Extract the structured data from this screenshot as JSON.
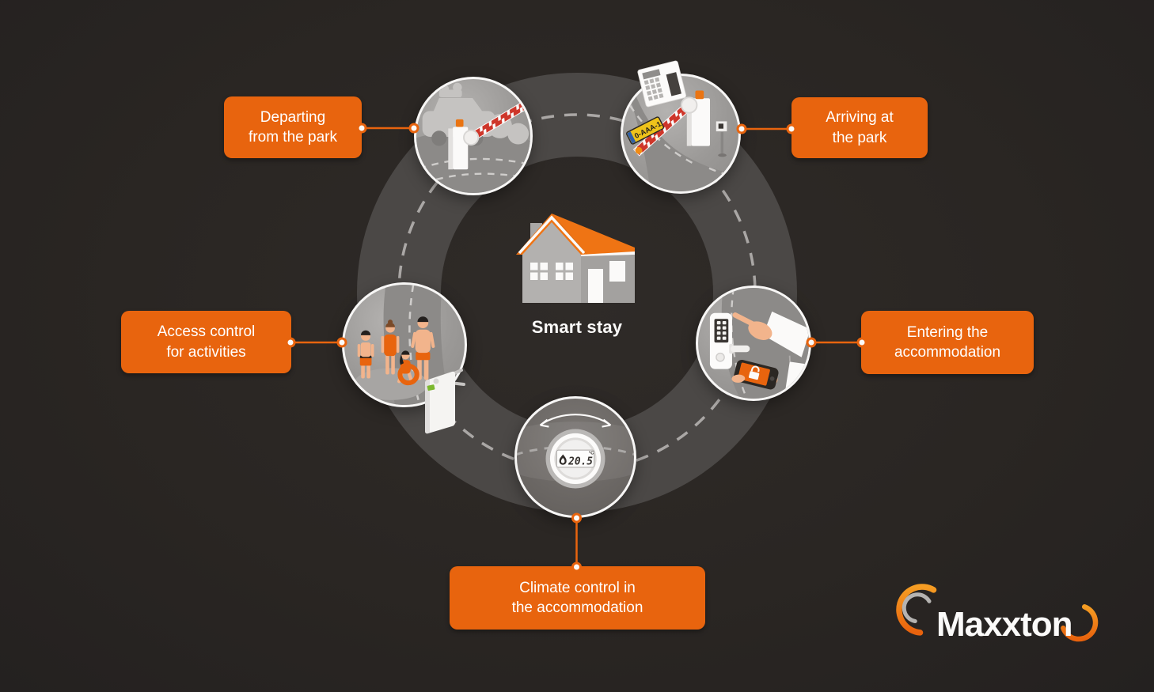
{
  "page": {
    "background_color": "#2a2623",
    "accent_color": "#e8640e",
    "roof_color": "#ef7414",
    "road_color": "#4b4846"
  },
  "center": {
    "title": "Smart stay",
    "icon": "house-icon"
  },
  "nodes": [
    {
      "id": "departing",
      "label": "Departing\nfrom the park",
      "icon": "exit-barrier-car-icon"
    },
    {
      "id": "arriving",
      "label": "Arriving at\nthe park",
      "icon": "entry-barrier-icon",
      "license_plate": "0-AAA-1"
    },
    {
      "id": "access",
      "label": "Access control\nfor activities",
      "icon": "family-turnstile-icon"
    },
    {
      "id": "entering",
      "label": "Entering the\naccommodation",
      "icon": "smart-lock-phone-icon"
    },
    {
      "id": "climate",
      "label": "Climate control in\nthe accommodation",
      "icon": "thermostat-icon",
      "temperature": "20.5",
      "temperature_unit": "°C"
    }
  ],
  "logo": {
    "text": "Maxxton",
    "arc_orange": "#ee7011",
    "arc_gray": "#b5b3b1"
  }
}
